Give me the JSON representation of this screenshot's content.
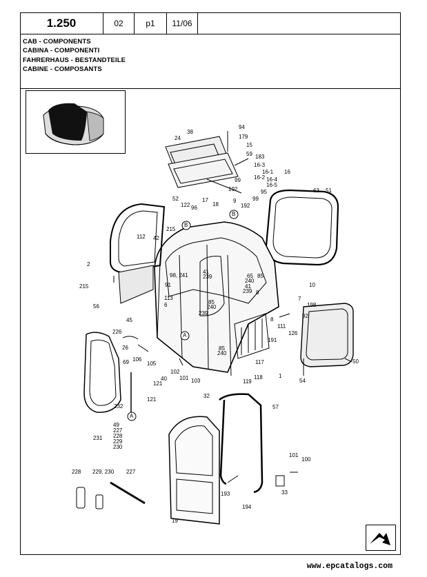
{
  "header": {
    "code": "1.250",
    "rev": "02",
    "page": "p1",
    "date": "11/06"
  },
  "titles": [
    "CAB - COMPONENTS",
    "CABINA - COMPONENTI",
    "FAHRERHAUS - BESTANDTEILE",
    "CABINE - COMPOSANTS"
  ],
  "callouts": [
    "94",
    "179",
    "38",
    "24",
    "15",
    "59",
    "183",
    "16-3",
    "16-1",
    "16",
    "16-2",
    "16-4",
    "16-5",
    "99",
    "192",
    "95",
    "52",
    "122",
    "17",
    "18",
    "96",
    "9",
    "192",
    "99",
    "63",
    "51",
    "215",
    "2",
    "112",
    "42",
    "41",
    "239",
    "98, 241",
    "65",
    "240",
    "85",
    "91",
    "41",
    "239",
    "8",
    "10",
    "215",
    "56",
    "113",
    "6",
    "85",
    "240",
    "239",
    "7",
    "198",
    "45",
    "92",
    "8",
    "111",
    "126",
    "191",
    "226",
    "26",
    "106",
    "105",
    "40",
    "85",
    "240",
    "102",
    "101",
    "103",
    "117",
    "1",
    "69",
    "121",
    "232",
    "121",
    "32",
    "119",
    "118",
    "50",
    "54",
    "49",
    "227",
    "228",
    "229",
    "230",
    "231",
    "57",
    "101",
    "100",
    "33",
    "193",
    "194",
    "228",
    "229, 230",
    "227",
    "19"
  ],
  "circle_markers": [
    "B",
    "B",
    "A",
    "A"
  ],
  "footer": {
    "website": "www.epcatalogs.com"
  }
}
